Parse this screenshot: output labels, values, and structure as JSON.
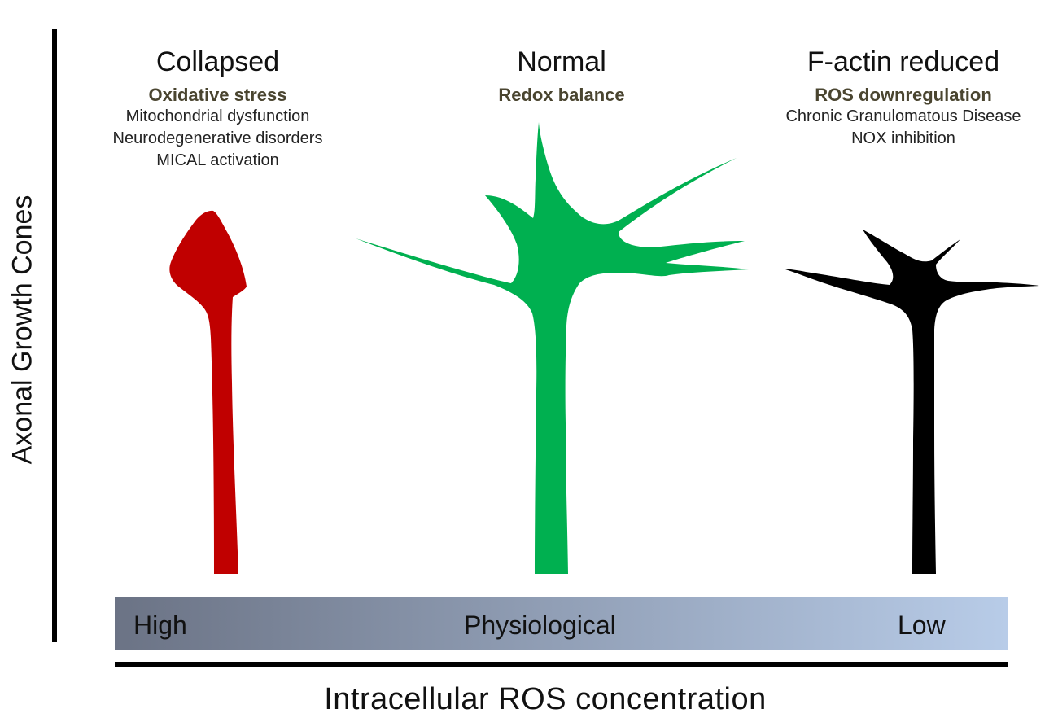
{
  "y_axis": {
    "label": "Axonal Growth Cones"
  },
  "x_axis": {
    "label": "Intracellular ROS concentration"
  },
  "gradient_bar": {
    "labels": {
      "high": "High",
      "physiological": "Physiological",
      "low": "Low"
    },
    "colors": {
      "start": "#6b7385",
      "end": "#b8cce8"
    }
  },
  "columns": {
    "collapsed": {
      "title": "Collapsed",
      "subtitle": "Oxidative stress",
      "lines": [
        "Mitochondrial dysfunction",
        "Neurodegenerative disorders",
        "MICAL activation"
      ],
      "cone_color": "#c00000"
    },
    "normal": {
      "title": "Normal",
      "subtitle": "Redox balance",
      "lines": [],
      "cone_color": "#00b050"
    },
    "reduced": {
      "title": "F-actin reduced",
      "subtitle": "ROS downregulation",
      "lines": [
        "Chronic Granulomatous Disease",
        "NOX inhibition"
      ],
      "cone_color": "#000000"
    }
  }
}
